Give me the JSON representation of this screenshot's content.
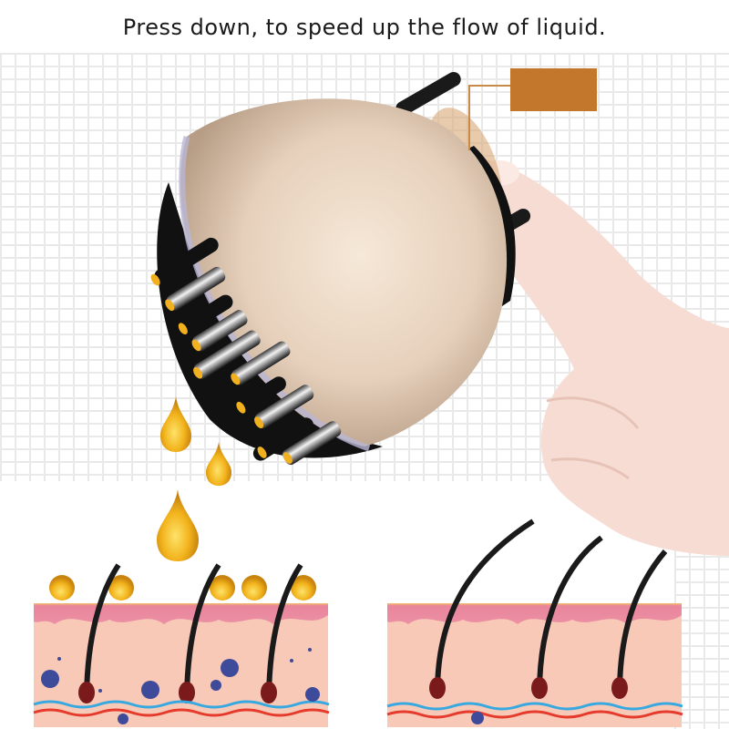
{
  "caption": "Press down, to speed up the flow of liquid.",
  "callout": {
    "label_text": "",
    "box_color": "#c2772d",
    "line_color": "#c98a48"
  },
  "device": {
    "name": "oil applicator comb",
    "shell_color": "#e8d6c4",
    "base_color": "#151515",
    "tip_color": "#f0b020"
  },
  "drops": [
    {
      "name": "oil-drop-1",
      "color": "#f1b91e"
    },
    {
      "name": "oil-drop-2",
      "color": "#f1b91e"
    },
    {
      "name": "oil-drop-3",
      "color": "#f1b91e"
    }
  ],
  "diagrams": [
    {
      "name": "scalp-with-oil",
      "has_oil_drops": true,
      "hairs": 3
    },
    {
      "name": "scalp-without-oil",
      "has_oil_drops": false,
      "hairs": 3
    }
  ],
  "colors": {
    "skin_top": "#ea8aa0",
    "skin_body": "#f8c9b7",
    "vessel_blue": "#37a9e0",
    "vessel_red": "#e53a2c",
    "cell_blue": "#3e4a9a",
    "hand": "#f6dcd3"
  }
}
